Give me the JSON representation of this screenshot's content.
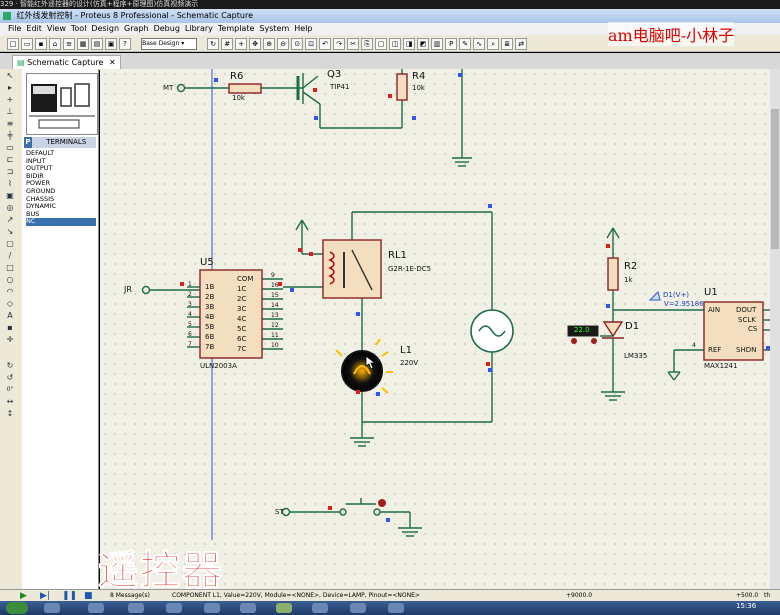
{
  "top_strip": "329 · 智能红外遥控器的设计(仿真+程序+原理图)仿真视频演示",
  "title": "红外线发射控制 - Proteus 8 Professional - Schematic Capture",
  "menu": [
    "File",
    "Edit",
    "View",
    "Tool",
    "Design",
    "Graph",
    "Debug",
    "Library",
    "Template",
    "System",
    "Help"
  ],
  "toolbar_select": "Base Design",
  "tab_label": "Schematic Capture",
  "panel": {
    "p_button": "P",
    "terminals_header": "TERMINALS",
    "terminals": [
      "DEFAULT",
      "INPUT",
      "OUTPUT",
      "BIDIR",
      "POWER",
      "GROUND",
      "CHASSIS",
      "DYNAMIC",
      "BUS",
      "NC"
    ],
    "selected": "NC"
  },
  "schematic": {
    "R6": {
      "ref": "R6",
      "value": "10k"
    },
    "Q3": {
      "ref": "Q3",
      "value": "TIP41"
    },
    "R4": {
      "ref": "R4",
      "value": "10k"
    },
    "MT": "MT",
    "JR": "JR",
    "ST": "ST",
    "U5": {
      "ref": "U5",
      "value": "ULN2003A",
      "left": [
        "1B",
        "2B",
        "3B",
        "4B",
        "5B",
        "6B",
        "7B"
      ],
      "right": [
        "COM",
        "1C",
        "2C",
        "3C",
        "4C",
        "5C",
        "6C",
        "7C"
      ],
      "lpins": [
        "1",
        "2",
        "3",
        "4",
        "5",
        "6",
        "7"
      ],
      "rpins": [
        "9",
        "16",
        "15",
        "14",
        "13",
        "12",
        "11",
        "10"
      ]
    },
    "RL1": {
      "ref": "RL1",
      "value": "G2R-1E-DC5"
    },
    "L1": {
      "ref": "L1",
      "value": "220V"
    },
    "R2": {
      "ref": "R2",
      "value": "1k"
    },
    "D1": {
      "ref": "D1",
      "value": "LM335"
    },
    "probe": {
      "name": "D1(V+)",
      "reading": "V=2.95186"
    },
    "temp": "22.0",
    "U1": {
      "ref": "U1",
      "value": "MAX1241",
      "pins": [
        "AIN",
        "DOUT",
        "SCLK",
        "CS",
        "REF",
        "SHDN"
      ],
      "pin4": "4"
    }
  },
  "watermark": "am电脑吧-小林子",
  "big_text": "遥控器",
  "status": {
    "messages": "8 Message(s)",
    "info": "COMPONENT L1, Value=220V, Module=<NONE>, Device=LAMP, Pinout=<NONE>",
    "x": "+9000.0",
    "y": "+500.0",
    "th": "th"
  },
  "clock": "15:36"
}
